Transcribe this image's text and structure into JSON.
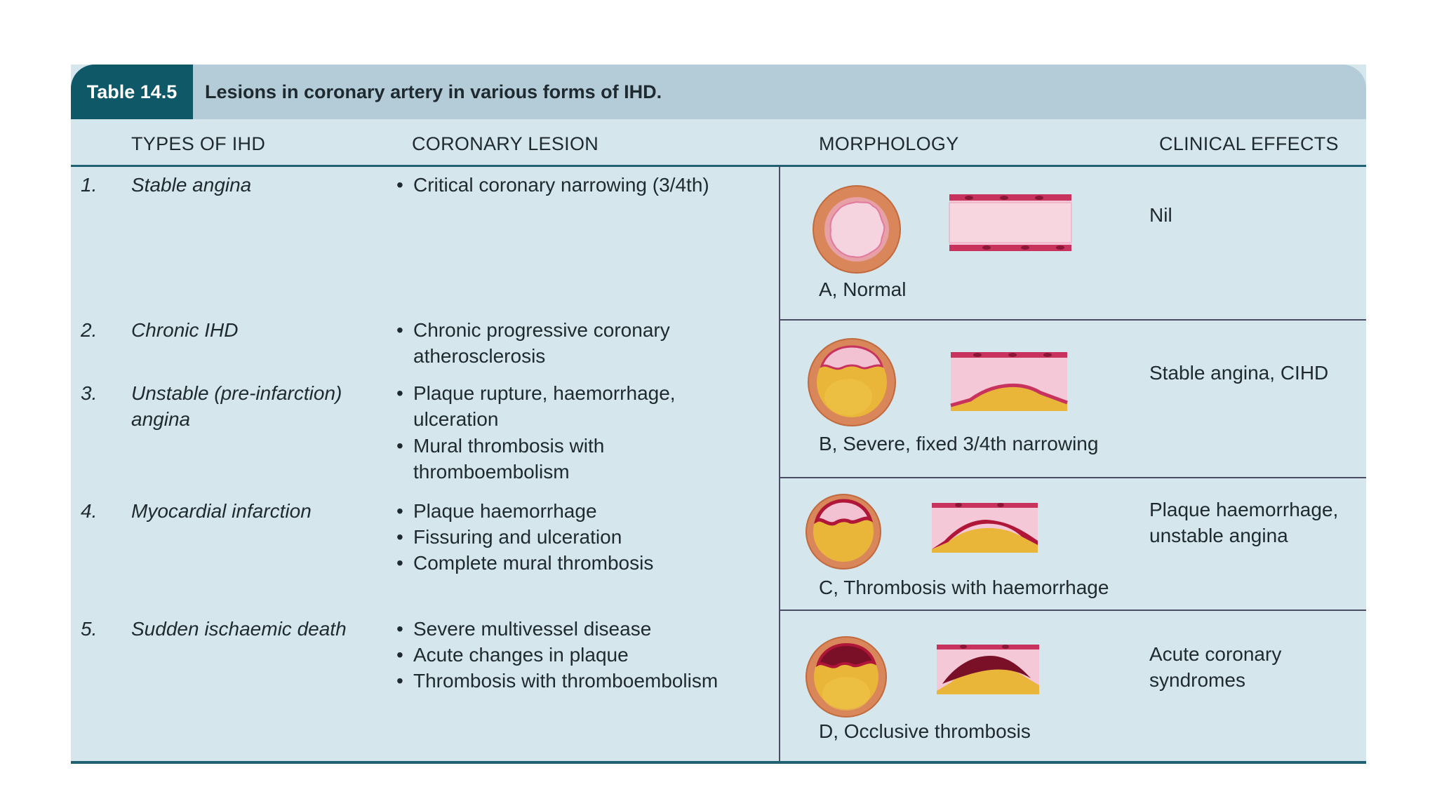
{
  "table": {
    "label": "Table 14.5",
    "title": "Lesions in coronary artery in various forms of IHD."
  },
  "columns": [
    "TYPES OF IHD",
    "CORONARY LESION",
    "MORPHOLOGY",
    "CLINICAL EFFECTS"
  ],
  "rows": [
    {
      "num": "1.",
      "type": "Stable angina",
      "lesions": [
        "Critical coronary narrowing (3/4th)"
      ]
    },
    {
      "num": "2.",
      "type": "Chronic IHD",
      "lesions": [
        "Chronic progressive coronary atherosclerosis"
      ]
    },
    {
      "num": "3.",
      "type": "Unstable (pre-infarction) angina",
      "lesions": [
        "Plaque rupture, haemorrhage, ulceration",
        "Mural thrombosis with thromboembolism"
      ]
    },
    {
      "num": "4.",
      "type": "Myocardial infarction",
      "lesions": [
        "Plaque haemorrhage",
        "Fissuring and ulceration",
        "Complete mural thrombosis"
      ]
    },
    {
      "num": "5.",
      "type": "Sudden ischaemic death",
      "lesions": [
        "Severe multivessel disease",
        "Acute changes in plaque",
        "Thrombosis with thromboembolism"
      ]
    }
  ],
  "morphology": [
    {
      "caption": "A, Normal",
      "clinical": "Nil"
    },
    {
      "caption": "B, Severe, fixed 3/4th narrowing",
      "clinical": "Stable angina, CIHD"
    },
    {
      "caption": "C, Thrombosis with haemorrhage",
      "clinical": "Plaque haemorrhage, unstable angina"
    },
    {
      "caption": "D, Occlusive thrombosis",
      "clinical": "Acute coronary syndromes"
    }
  ],
  "colors": {
    "badge": "#0e5868",
    "header_band": "#b4ccd7",
    "table_bg": "#d5e6ec",
    "rule": "#1f6173",
    "vessel_wall": "#d9865a",
    "plaque": "#e9b63a",
    "lumen": "#f2c2d2",
    "thrombus": "#b01638"
  }
}
